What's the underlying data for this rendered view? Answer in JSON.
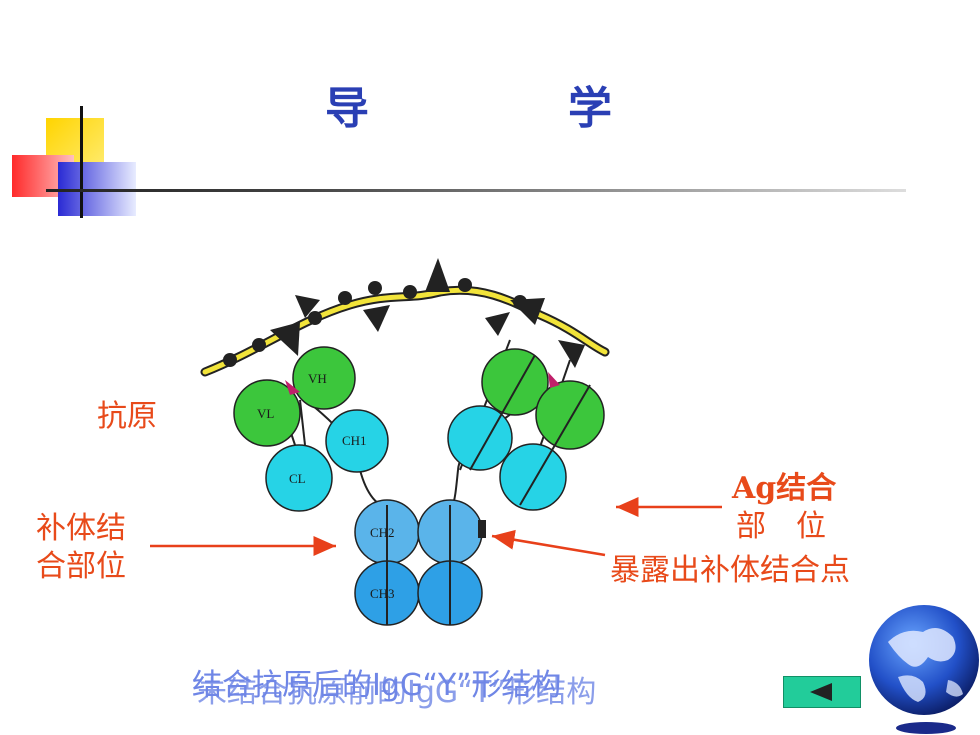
{
  "slide": {
    "title_part1": "导",
    "title_part2": "学"
  },
  "labels": {
    "antigen": "抗原",
    "complement_site_line1": "补体结",
    "complement_site_line2": "合部位",
    "ag_binding_line1": "Ag结合",
    "ag_binding_line2": "部　位",
    "exposed_complement": "暴露出补体结合点"
  },
  "domains": {
    "vh": "VH",
    "vl": "VL",
    "ch1": "CH1",
    "cl": "CL",
    "ch2": "CH2",
    "ch3": "CH3"
  },
  "caption": {
    "overlay_a": "结合抗原后的IgG“Y”形结构",
    "overlay_b": "未结合抗原前的IgG“T”形结构"
  },
  "colors": {
    "title": "#2a3fb4",
    "label_text": "#e84a1a",
    "arrow": "#e8401a",
    "green_domain": "#3cc63c",
    "cyan_domain": "#26d3e6",
    "blue_domain": "#5ab4ea",
    "antigen_band": "#f2e43a",
    "caption": "#6f86e6",
    "back_button": "#22cc9a"
  },
  "icons": {
    "back": "left-triangle-icon",
    "globe": "globe-icon"
  }
}
